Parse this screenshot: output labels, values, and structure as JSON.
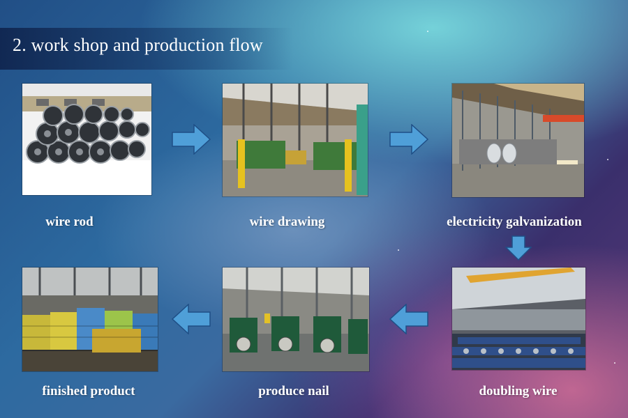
{
  "title": "2. work shop and production flow",
  "steps": [
    {
      "label": "wire rod",
      "photo": "wire-rod-coils-photo"
    },
    {
      "label": "wire drawing",
      "photo": "wire-drawing-machines-photo"
    },
    {
      "label": "electricity galvanization",
      "photo": "galvanization-line-photo"
    },
    {
      "label": "doubling wire",
      "photo": "doubling-wire-workshop-photo"
    },
    {
      "label": "produce nail",
      "photo": "nail-making-machines-photo"
    },
    {
      "label": "finished product",
      "photo": "finished-product-warehouse-photo"
    }
  ],
  "colors": {
    "arrow_fill": "#4f9fd8",
    "arrow_stroke": "#1f4f86",
    "text": "#ffffff"
  }
}
